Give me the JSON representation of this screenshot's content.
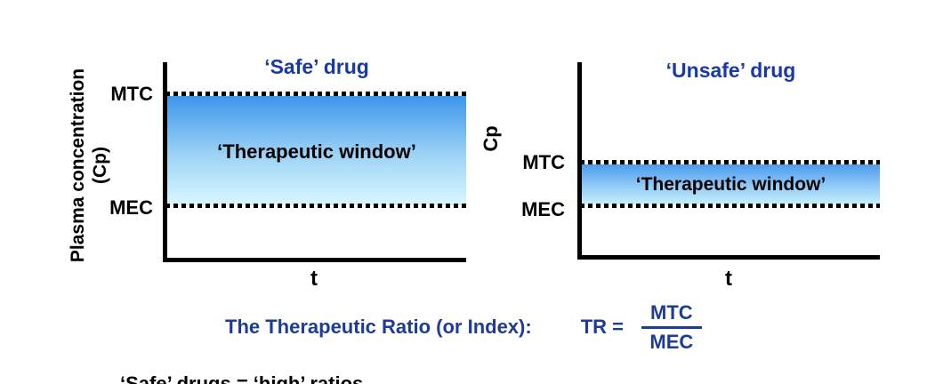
{
  "colors": {
    "title_blue": "#1839a8",
    "formula_blue": "#1c3c96",
    "band_gradient_top": "#3d95ec",
    "band_gradient_bottom": "#d9f7fe",
    "axis_black": "#000000"
  },
  "left_chart": {
    "y_axis_label_line1": "Plasma concentration",
    "y_axis_label_line2": "(Cp)",
    "title": "‘Safe’ drug",
    "mtc_label": "MTC",
    "mec_label": "MEC",
    "band_label": "‘Therapeutic window’",
    "x_axis_label": "t"
  },
  "right_chart": {
    "y_axis_label": "Cp",
    "title": "‘Unsafe’ drug",
    "mtc_label": "MTC",
    "mec_label": "MEC",
    "band_label": "‘Therapeutic window’",
    "x_axis_label": "t"
  },
  "formula": {
    "label": "The Therapeutic Ratio (or Index):",
    "lhs": "TR =",
    "numerator": "MTC",
    "denominator": "MEC"
  },
  "footer": {
    "clipped_text": "‘Safe’ drugs = ‘high’ ratios"
  },
  "chart_data": [
    {
      "type": "area",
      "title": "‘Safe’ drug",
      "xlabel": "t",
      "ylabel": "Plasma concentration (Cp)",
      "bands": [
        {
          "name": "‘Therapeutic window’",
          "from_level": "MEC",
          "to_level": "MTC",
          "mec_relative_height": 0.27,
          "mtc_relative_height": 0.84,
          "note_visible": "wide window (high MTC, low MEC)"
        }
      ],
      "grid": false,
      "tick_labels_y": [
        "MTC",
        "MEC"
      ]
    },
    {
      "type": "area",
      "title": "‘Unsafe’ drug",
      "xlabel": "t",
      "ylabel": "Cp",
      "bands": [
        {
          "name": "‘Therapeutic window’",
          "from_level": "MEC",
          "to_level": "MTC",
          "mec_relative_height": 0.27,
          "mtc_relative_height": 0.49,
          "note_visible": "narrow window (MTC close to MEC)"
        }
      ],
      "grid": false,
      "tick_labels_y": [
        "MTC",
        "MEC"
      ]
    }
  ]
}
